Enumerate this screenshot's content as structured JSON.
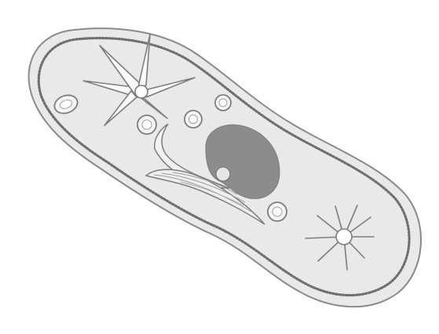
{
  "diagram": {
    "subject": "paramecium",
    "structures": [
      "cilia",
      "pellicle",
      "cytoplasm",
      "anterior-contractile-vacuole",
      "radiating-canals",
      "food-vacuoles",
      "macronucleus",
      "micronucleus",
      "oral-groove",
      "gullet",
      "posterior-contractile-vacuole"
    ],
    "colors": {
      "background": "#ffffff",
      "cytoplasm": "#e9e9e9",
      "outline": "#8a8a8a",
      "pellicle_dots": "#6f6f6f",
      "cilia": "#9a9a9a",
      "macronucleus": "#8c8c8c",
      "vacuole_fill": "#f4f4f4",
      "vacuole_stroke": "#7d7d7d"
    }
  }
}
